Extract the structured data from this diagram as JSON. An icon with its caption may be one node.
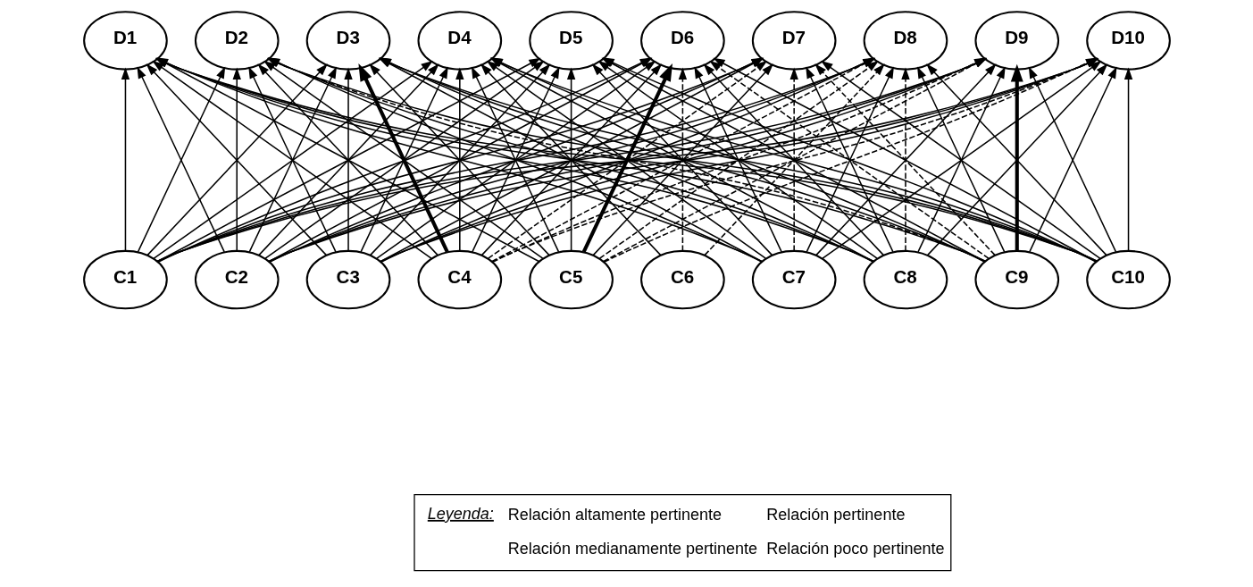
{
  "diagram": {
    "nodes": [
      {
        "text": [
          "D1"
        ]
      },
      {
        "text": [
          "D2"
        ]
      },
      {
        "text": [
          "D3"
        ]
      },
      {
        "text": [
          "D4"
        ]
      },
      {
        "text": [
          "D5"
        ]
      },
      {
        "text": [
          "D6"
        ]
      },
      {
        "text": [
          "D7"
        ]
      },
      {
        "text": [
          "D8"
        ]
      },
      {
        "text": [
          "D9"
        ]
      },
      {
        "text": [
          "D10"
        ]
      },
      {
        "text": [
          "C1"
        ]
      },
      {
        "text": [
          "C2"
        ]
      },
      {
        "text": [
          "C3"
        ]
      },
      {
        "text": [
          "C4"
        ]
      },
      {
        "text": [
          "C5"
        ]
      },
      {
        "text": [
          "C6"
        ]
      },
      {
        "text": [
          "C7"
        ]
      },
      {
        "text": [
          "C8"
        ]
      },
      {
        "text": [
          "C9"
        ]
      },
      {
        "text": [
          "C10"
        ]
      }
    ],
    "edges": [
      {
        "from": 10,
        "to": 0,
        "arrow": "to"
      },
      {
        "from": 10,
        "to": 1,
        "arrow": "to"
      },
      {
        "from": 10,
        "to": 2,
        "arrow": "to"
      },
      {
        "from": 10,
        "to": 3,
        "arrow": "to"
      },
      {
        "from": 10,
        "to": 4,
        "arrow": "to"
      },
      {
        "from": 10,
        "to": 5,
        "arrow": "to"
      },
      {
        "from": 10,
        "to": 6,
        "arrow": "to"
      },
      {
        "from": 10,
        "to": 7,
        "arrow": "to"
      },
      {
        "from": 10,
        "to": 8,
        "arrow": "to"
      },
      {
        "from": 10,
        "to": 9,
        "arrow": "to"
      },
      {
        "from": 11,
        "to": 0,
        "arrow": "to"
      },
      {
        "from": 11,
        "to": 1,
        "arrow": "to"
      },
      {
        "from": 11,
        "to": 2,
        "arrow": "to"
      },
      {
        "from": 11,
        "to": 3,
        "arrow": "to"
      },
      {
        "from": 11,
        "to": 4,
        "arrow": "to"
      },
      {
        "from": 11,
        "to": 5,
        "arrow": "to"
      },
      {
        "from": 11,
        "to": 6,
        "arrow": "to"
      },
      {
        "from": 11,
        "to": 7,
        "arrow": "to"
      },
      {
        "from": 11,
        "to": 8,
        "arrow": "to"
      },
      {
        "from": 11,
        "to": 9,
        "arrow": "to"
      },
      {
        "from": 12,
        "to": 0,
        "arrow": "to"
      },
      {
        "from": 12,
        "to": 1,
        "arrow": "to"
      },
      {
        "from": 12,
        "to": 2,
        "arrow": "to"
      },
      {
        "from": 12,
        "to": 3,
        "arrow": "to"
      },
      {
        "from": 12,
        "to": 4,
        "arrow": "to"
      },
      {
        "from": 12,
        "to": 5,
        "arrow": "to"
      },
      {
        "from": 12,
        "to": 6,
        "arrow": "to"
      },
      {
        "from": 12,
        "to": 7,
        "arrow": "to"
      },
      {
        "from": 12,
        "to": 8,
        "arrow": "to"
      },
      {
        "from": 12,
        "to": 9,
        "arrow": "to"
      },
      {
        "from": 13,
        "to": 0,
        "arrow": "to"
      },
      {
        "from": 13,
        "to": 1,
        "arrow": "to"
      },
      {
        "from": 13,
        "to": 2,
        "arrow": "to",
        "style": "thick"
      },
      {
        "from": 13,
        "to": 3,
        "arrow": "to"
      },
      {
        "from": 13,
        "to": 4,
        "arrow": "to"
      },
      {
        "from": 13,
        "to": 5,
        "arrow": "to"
      },
      {
        "from": 13,
        "to": 6,
        "arrow": "to",
        "style": "dashed"
      },
      {
        "from": 13,
        "to": 7,
        "arrow": "to",
        "style": "dashed"
      },
      {
        "from": 13,
        "to": 8,
        "arrow": "to",
        "style": "dashed"
      },
      {
        "from": 13,
        "to": 9,
        "arrow": "to",
        "style": "dashed"
      },
      {
        "from": 14,
        "to": 0,
        "arrow": "to"
      },
      {
        "from": 14,
        "to": 1,
        "arrow": "to"
      },
      {
        "from": 14,
        "to": 2,
        "arrow": "to"
      },
      {
        "from": 14,
        "to": 3,
        "arrow": "to"
      },
      {
        "from": 14,
        "to": 4,
        "arrow": "to"
      },
      {
        "from": 14,
        "to": 5,
        "arrow": "to",
        "style": "thick"
      },
      {
        "from": 14,
        "to": 6,
        "arrow": "to"
      },
      {
        "from": 14,
        "to": 7,
        "arrow": "to",
        "style": "dashed"
      },
      {
        "from": 14,
        "to": 8,
        "arrow": "to",
        "style": "dashed"
      },
      {
        "from": 14,
        "to": 9,
        "arrow": "to",
        "style": "dashed"
      },
      {
        "from": 15,
        "to": 3,
        "arrow": "to"
      },
      {
        "from": 15,
        "to": 5,
        "arrow": "to",
        "style": "dashed"
      },
      {
        "from": 15,
        "to": 7,
        "arrow": "to",
        "style": "dashed"
      },
      {
        "from": 16,
        "to": 0,
        "arrow": "to"
      },
      {
        "from": 16,
        "to": 1,
        "arrow": "to"
      },
      {
        "from": 16,
        "to": 2,
        "arrow": "to"
      },
      {
        "from": 16,
        "to": 3,
        "arrow": "to"
      },
      {
        "from": 16,
        "to": 4,
        "arrow": "to"
      },
      {
        "from": 16,
        "to": 5,
        "arrow": "to"
      },
      {
        "from": 16,
        "to": 6,
        "arrow": "to",
        "style": "dashed"
      },
      {
        "from": 16,
        "to": 7,
        "arrow": "to"
      },
      {
        "from": 16,
        "to": 8,
        "arrow": "to"
      },
      {
        "from": 16,
        "to": 9,
        "arrow": "to"
      },
      {
        "from": 17,
        "to": 0,
        "arrow": "to"
      },
      {
        "from": 17,
        "to": 1,
        "arrow": "to"
      },
      {
        "from": 17,
        "to": 2,
        "arrow": "to"
      },
      {
        "from": 17,
        "to": 3,
        "arrow": "to"
      },
      {
        "from": 17,
        "to": 4,
        "arrow": "to"
      },
      {
        "from": 17,
        "to": 5,
        "arrow": "to"
      },
      {
        "from": 17,
        "to": 6,
        "arrow": "to"
      },
      {
        "from": 17,
        "to": 7,
        "arrow": "to",
        "style": "dashed"
      },
      {
        "from": 17,
        "to": 8,
        "arrow": "to"
      },
      {
        "from": 17,
        "to": 9,
        "arrow": "to"
      },
      {
        "from": 18,
        "to": 0,
        "arrow": "to"
      },
      {
        "from": 18,
        "to": 1,
        "arrow": "to",
        "style": "dashed"
      },
      {
        "from": 18,
        "to": 2,
        "arrow": "to"
      },
      {
        "from": 18,
        "to": 3,
        "arrow": "to"
      },
      {
        "from": 18,
        "to": 4,
        "arrow": "to"
      },
      {
        "from": 18,
        "to": 5,
        "arrow": "to",
        "style": "dashed"
      },
      {
        "from": 18,
        "to": 6,
        "arrow": "to",
        "style": "dashed"
      },
      {
        "from": 18,
        "to": 7,
        "arrow": "to"
      },
      {
        "from": 18,
        "to": 8,
        "arrow": "to",
        "style": "thick"
      },
      {
        "from": 18,
        "to": 9,
        "arrow": "to"
      },
      {
        "from": 19,
        "to": 0,
        "arrow": "to"
      },
      {
        "from": 19,
        "to": 1,
        "arrow": "to"
      },
      {
        "from": 19,
        "to": 2,
        "arrow": "to"
      },
      {
        "from": 19,
        "to": 3,
        "arrow": "to"
      },
      {
        "from": 19,
        "to": 4,
        "arrow": "to"
      },
      {
        "from": 19,
        "to": 5,
        "arrow": "to"
      },
      {
        "from": 19,
        "to": 6,
        "arrow": "to"
      },
      {
        "from": 19,
        "to": 7,
        "arrow": "to"
      },
      {
        "from": 19,
        "to": 8,
        "arrow": "to"
      },
      {
        "from": 19,
        "to": 9,
        "arrow": "to"
      }
    ],
    "labels": [
      "Leyenda:"
    ],
    "legend": [
      {
        "text": "Relación altamente pertinente"
      },
      {
        "text": "Relación pertinente"
      },
      {
        "text": "Relación medianamente pertinente"
      },
      {
        "text": "Relación poco pertinente"
      }
    ]
  }
}
